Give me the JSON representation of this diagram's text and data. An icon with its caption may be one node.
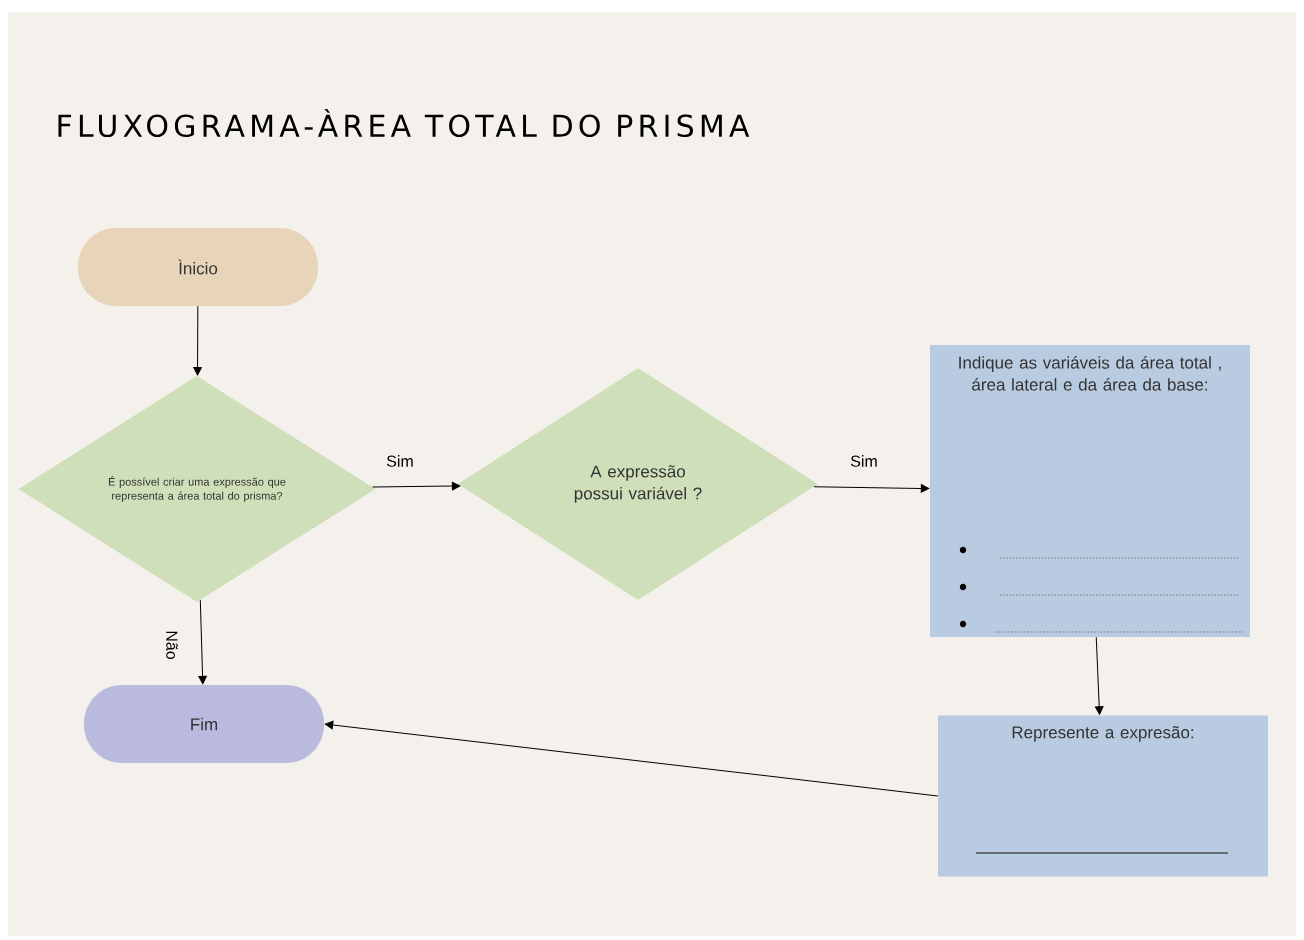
{
  "diagram": {
    "title": "FLUXOGRAMA-ÀREA TOTAL DO PRISMA",
    "nodes": [
      {
        "text": [
          "Ìnicio"
        ]
      },
      {
        "text": [
          "É possível criar uma expressão que representa a área total do prisma?"
        ]
      },
      {
        "text": [
          "A expressão possui variável ?"
        ]
      },
      {
        "text": [
          "Indique as variáveis da área total , área lateral e da área da base:"
        ]
      },
      {
        "text": [
          "Fim"
        ]
      },
      {
        "text": [
          "Represente a expresão:"
        ]
      }
    ],
    "edges": [
      {
        "from": 0,
        "to": 1,
        "arrow": "to"
      },
      {
        "from": 1,
        "to": 2,
        "arrow": "to",
        "label": "Sim"
      },
      {
        "from": 2,
        "to": 3,
        "arrow": "to",
        "label": "Sim"
      },
      {
        "from": 1,
        "to": 4,
        "arrow": "to",
        "label": "Não"
      },
      {
        "from": 3,
        "to": 5,
        "arrow": "to"
      },
      {
        "from": 5,
        "to": 4,
        "arrow": "to"
      }
    ]
  }
}
